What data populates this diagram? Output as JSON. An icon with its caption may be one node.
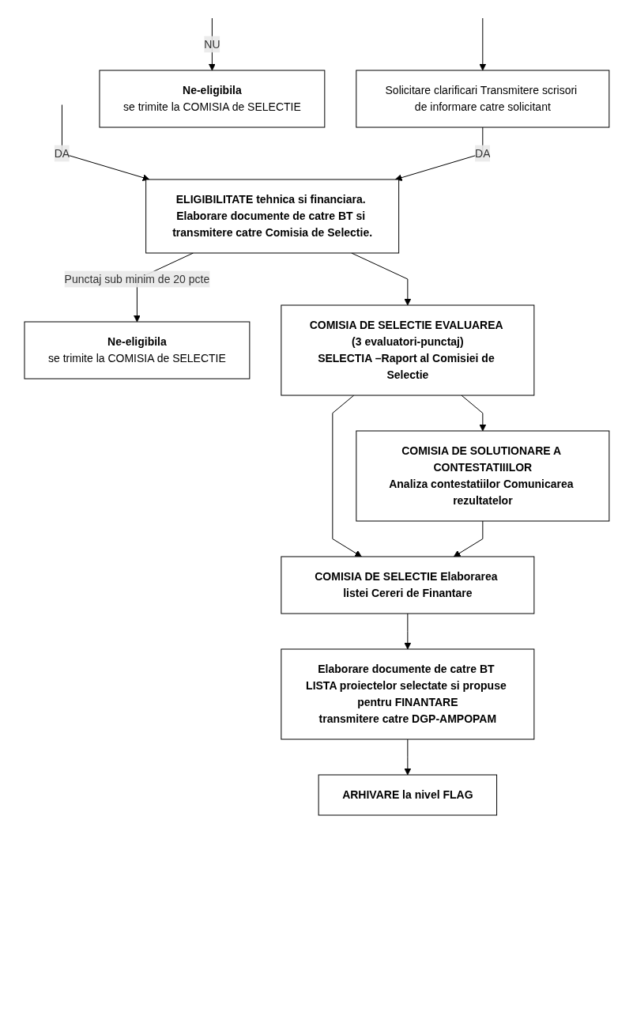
{
  "diagram": {
    "nodes": [
      {
        "text": [
          "Solicitare clarificari Transmitere scrisori de informare catre solicitant"
        ]
      },
      {
        "text": [
          "Ne-eligibila",
          "se trimite la COMISIA de SELECTIE"
        ]
      },
      {
        "text": [
          "ELIGIBILITATE tehnica si financiara. Elaborare documente de catre BT si transmitere catre Comisia de Selectie."
        ]
      },
      {
        "text": [
          "Ne-eligibila",
          "se trimite la COMISIA de SELECTIE"
        ]
      },
      {
        "text": [
          "COMISIA DE SELECTIE EVALUAREA (3 evaluatori-punctaj)",
          "SELECTIA –Raport al Comisiei de Selectie"
        ]
      },
      {
        "text": [
          "COMISIA DE SOLUTIONARE A CONTESTATIIILOR",
          "Analiza contestatiilor Comunicarea rezultatelor"
        ]
      },
      {
        "text": [
          "COMISIA DE SELECTIE Elaborarea listei Cereri de Finantare"
        ]
      },
      {
        "text": [
          "Elaborare documente de catre BT LISTA proiectelor selectate si propuse pentru FINANTARE",
          "transmitere catre DGP-AMPOPAM"
        ]
      },
      {
        "text": [
          "ARHIVARE la nivel FLAG"
        ]
      }
    ],
    "edges": [
      {
        "from": null,
        "to": 2,
        "arrow": "to",
        "label": "DA"
      },
      {
        "from": null,
        "to": 0,
        "arrow": "to"
      },
      {
        "from": 0,
        "to": 2,
        "arrow": "to",
        "label": "DA"
      },
      {
        "from": null,
        "to": 1,
        "arrow": "to",
        "label": "NU"
      },
      {
        "from": 2,
        "to": 3,
        "arrow": "to",
        "label": "Punctaj sub minim de 20 pcte"
      },
      {
        "from": 2,
        "to": 4,
        "arrow": "to"
      },
      {
        "from": 4,
        "to": 5,
        "arrow": "to"
      },
      {
        "from": 4,
        "to": 6,
        "arrow": "to"
      },
      {
        "from": 5,
        "to": 6,
        "arrow": "to"
      },
      {
        "from": 6,
        "to": 7,
        "arrow": "to"
      },
      {
        "from": 7,
        "to": 8,
        "arrow": "to"
      }
    ]
  }
}
